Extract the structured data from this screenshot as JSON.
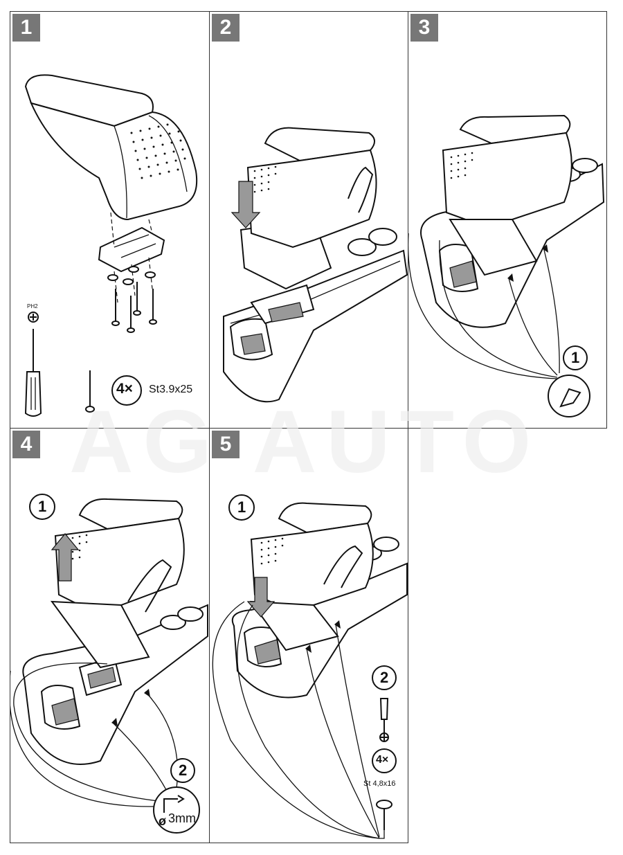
{
  "steps": [
    {
      "number": "1"
    },
    {
      "number": "2"
    },
    {
      "number": "3"
    },
    {
      "number": "4"
    },
    {
      "number": "5"
    }
  ],
  "step1": {
    "tool_label": "PH2",
    "qty_label": "4×",
    "screw_spec": "St3.9x25"
  },
  "step3": {
    "circle_label": "1"
  },
  "step4": {
    "circle1_label": "1",
    "circle2_label": "2",
    "drill_spec": "3mm",
    "diameter_symbol": "ø"
  },
  "step5": {
    "circle1_label": "1",
    "circle2_label": "2",
    "qty_label": "4×",
    "screw_spec": "St 4,8x16"
  },
  "watermark": "AG AUTO"
}
